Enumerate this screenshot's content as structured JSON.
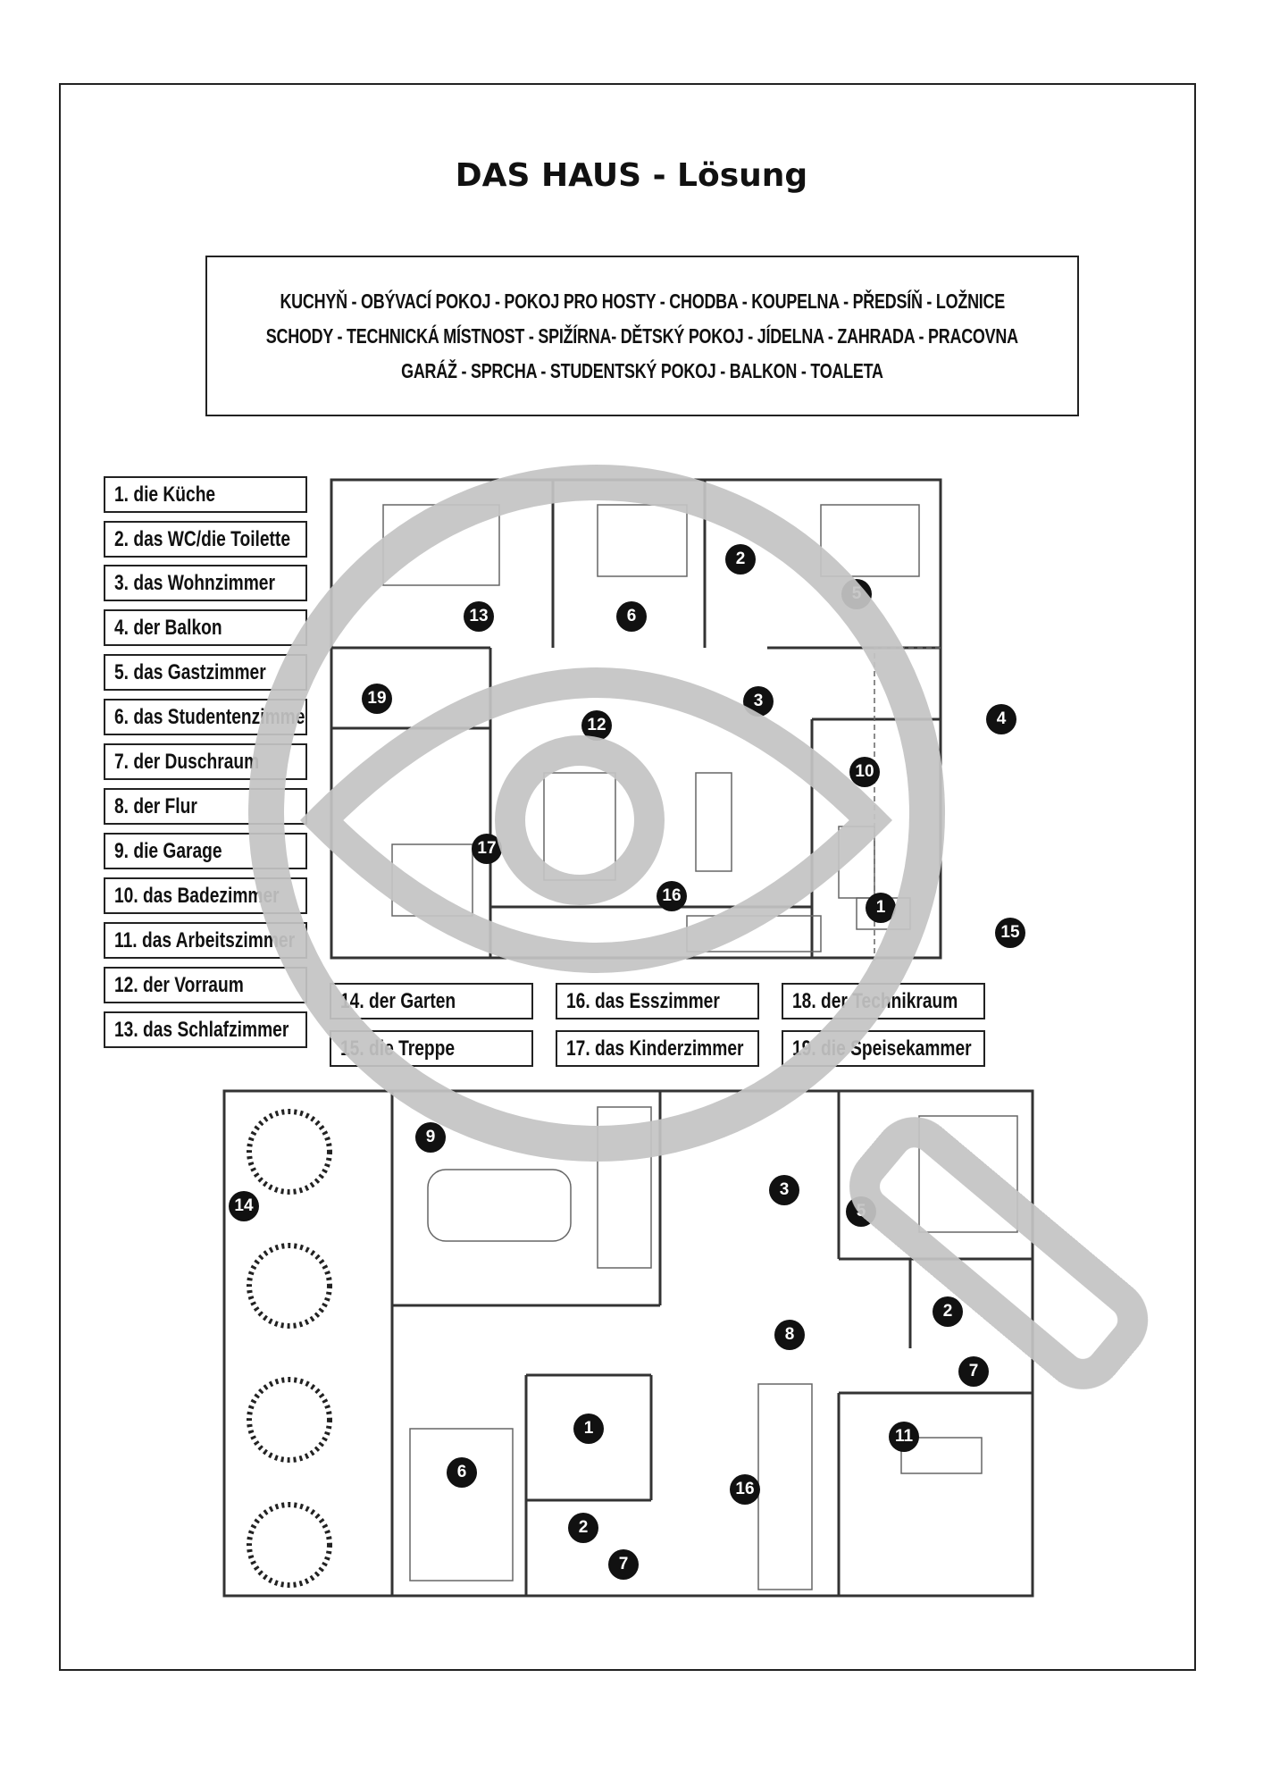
{
  "title": "DAS HAUS - Lösung",
  "word_bank": [
    "KUCHYŇ - OBÝVACÍ POKOJ - POKOJ PRO HOSTY - CHODBA - KOUPELNA - PŘEDSÍŇ - LOŽNICE",
    "SCHODY - TECHNICKÁ MÍSTNOST - SPIŽÍRNA- DĚTSKÝ POKOJ - JÍDELNA - ZAHRADA - PRACOVNA",
    "GARÁŽ - SPRCHA - STUDENTSKÝ POKOJ - BALKON - TOALETA"
  ],
  "labels_left": [
    "1.   die Küche",
    "2. das WC/die Toilette",
    "3. das Wohnzimmer",
    "4. der Balkon",
    "5. das Gastzimmer",
    "6. das Studentenzimmer",
    "7. der Duschraum",
    "8. der Flur",
    "9. die Garage",
    "10. das Badezimmer",
    "11. das Arbeitszimmer",
    "12. der Vorraum",
    "13. das Schlafzimmer"
  ],
  "labels_bottom": [
    "14.  der Garten",
    "16.  das Esszimmer",
    "18.  der Technikraum",
    "15.  die Treppe",
    "17.  das Kinderzimmer",
    "19.  die Speisekammer"
  ],
  "top_plan_badges": [
    "2",
    "13",
    "6",
    "19",
    "12",
    "4",
    "10",
    "17",
    "16",
    "1",
    "15",
    "5",
    "3"
  ],
  "bottom_plan_badges": [
    "14",
    "9",
    "3",
    "5",
    "2",
    "8",
    "7",
    "1",
    "11",
    "6",
    "16",
    "2",
    "7"
  ],
  "colors": {
    "ink": "#111111",
    "overlay": "#c4c4c4"
  }
}
